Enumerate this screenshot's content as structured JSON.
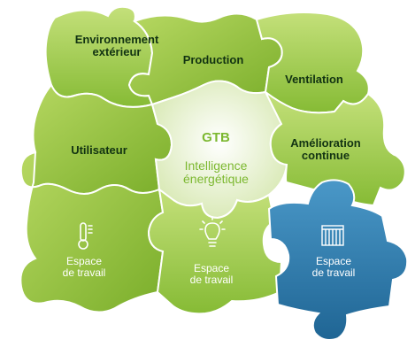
{
  "pieces": {
    "environnement": {
      "line1": "Environnement",
      "line2": "extérieur"
    },
    "production": {
      "label": "Production"
    },
    "ventilation": {
      "label": "Ventilation"
    },
    "utilisateur": {
      "label": "Utilisateur"
    },
    "gtb": {
      "title": "GTB",
      "line1": "Intelligence",
      "line2": "énergétique"
    },
    "amelioration": {
      "line1": "Amélioration",
      "line2": "continue"
    },
    "espace_left": {
      "line1": "Espace",
      "line2": "de travail",
      "icon": "thermometer-icon"
    },
    "espace_middle": {
      "line1": "Espace",
      "line2": "de travail",
      "icon": "light-bulb-icon"
    },
    "espace_right": {
      "line1": "Espace",
      "line2": "de travail",
      "icon": "window-blinds-icon"
    }
  },
  "colors": {
    "green_light": "#bfdc6e",
    "green": "#92c43d",
    "green_dark": "#5e9a1e",
    "center": "#eef5d8",
    "blue": "#2f7eb2",
    "blue_dark": "#1c5f8e",
    "text_dark": "#123312"
  }
}
